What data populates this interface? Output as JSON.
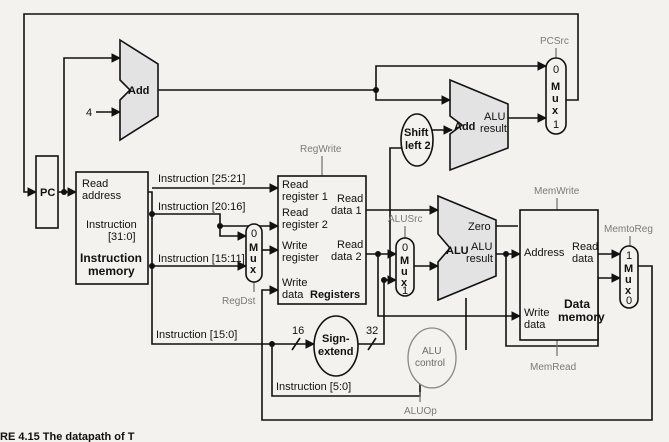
{
  "blocks": {
    "pc": "PC",
    "add_top": "Add",
    "const_four": "4",
    "alu_add_label": "Add",
    "alu_add_alu": "ALU",
    "alu_add_result": "result",
    "shift_l1": "Shift",
    "shift_l2": "left 2",
    "mux_zero": "0",
    "mux_one": "1",
    "mux_letters": [
      "M",
      "u",
      "x"
    ],
    "imem_read": "Read",
    "imem_address": "address",
    "imem_instr": "Instruction",
    "imem_bits": "[31:0]",
    "imem_name1": "Instruction",
    "imem_name2": "memory",
    "reg_read1a": "Read",
    "reg_read1b": "register 1",
    "reg_read2a": "Read",
    "reg_read2b": "register 2",
    "reg_write_a": "Write",
    "reg_write_b": "register",
    "reg_wdata_a": "Write",
    "reg_wdata_b": "data",
    "reg_rdata1a": "Read",
    "reg_rdata1b": "data 1",
    "reg_rdata2a": "Read",
    "reg_rdata2b": "data 2",
    "reg_name": "Registers",
    "alu_name": "ALU",
    "alu_zero": "Zero",
    "alu_r1": "ALU",
    "alu_r2": "result",
    "dmem_address": "Address",
    "dmem_read1": "Read",
    "dmem_read2": "data",
    "dmem_write1": "Write",
    "dmem_write2": "data",
    "dmem_name1": "Data",
    "dmem_name2": "memory",
    "sext1": "Sign-",
    "sext2": "extend",
    "aluctrl1": "ALU",
    "aluctrl2": "control"
  },
  "wire_labels": {
    "i25_21": "Instruction [25:21]",
    "i20_16": "Instruction [20:16]",
    "i15_11": "Instruction [15:11]",
    "i15_0": "Instruction [15:0]",
    "i5_0": "Instruction [5:0]",
    "bits16": "16",
    "bits32": "32"
  },
  "control_signals": {
    "pcsrc": "PCSrc",
    "regwrite": "RegWrite",
    "alusrc": "ALUSrc",
    "memwrite": "MemWrite",
    "memtoreg": "MemtoReg",
    "regdst": "RegDst",
    "memread": "MemRead",
    "aluop": "ALUOp"
  },
  "caption": "RE 4.15 The datapath of T",
  "colors": {
    "wire": "#111111",
    "control": "#888888",
    "background": "#f4f2ee"
  }
}
